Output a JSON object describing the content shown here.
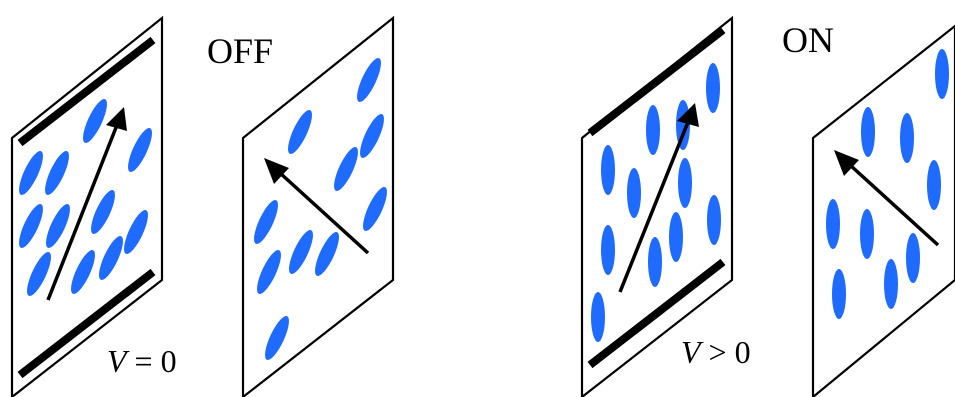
{
  "states": [
    {
      "id": "off",
      "title": "OFF",
      "voltage_var": "V",
      "voltage_rest": " = 0",
      "lc_color": "#1f6bff",
      "molecule_orientation": "tilted"
    },
    {
      "id": "on",
      "title": "ON",
      "voltage_var": "V",
      "voltage_rest": " > 0",
      "lc_color": "#1f6bff",
      "molecule_orientation": "vertical"
    }
  ]
}
